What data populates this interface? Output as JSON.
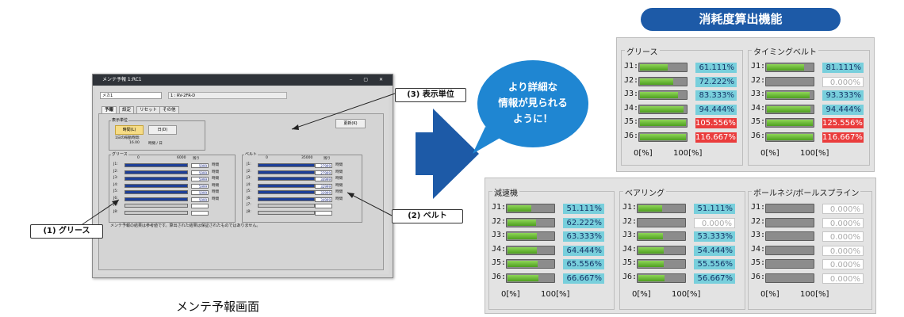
{
  "banner": "消耗度算出機能",
  "bubble": {
    "line1": "より詳細な",
    "line2": "情報が見られる",
    "line3": "ように！"
  },
  "caption": "メンテ予報画面",
  "callouts": {
    "display_unit": "(3) 表示単位",
    "grease": "(1) グリース",
    "belt": "(2) ベルト"
  },
  "screen": {
    "window_title": "メンテ予報 1:RC1",
    "window_controls": "‒ ▢ ✕",
    "robot_select": "メカ1",
    "robot_name": "1 : RV-2FR-D",
    "tabs": [
      "予報",
      "設定",
      "リセット",
      "その他"
    ],
    "unit_group": "表示単位",
    "unit_hours": "時間(L)",
    "unit_days": "日(D)",
    "daily_hours_label": "1日の稼動時間:",
    "daily_hours_value": "16.00",
    "daily_hours_unit": "時間 / 日",
    "update_button": "更新(K)",
    "grease_group": "グリース",
    "grease_scale_min": "0",
    "grease_scale_max": "6000",
    "belt_group": "ベルト",
    "belt_scale_min": "0",
    "belt_scale_max": "35000",
    "remaining_label": "残り",
    "hour_unit": "時間",
    "grease_rows": [
      {
        "j": "J1:",
        "v": "5999"
      },
      {
        "j": "J2:",
        "v": "5999"
      },
      {
        "j": "J3:",
        "v": "5999"
      },
      {
        "j": "J4:",
        "v": "5999"
      },
      {
        "j": "J5:",
        "v": "5999"
      },
      {
        "j": "J6:",
        "v": "5999"
      },
      {
        "j": "J7:",
        "v": ""
      },
      {
        "j": "J8:",
        "v": ""
      }
    ],
    "belt_rows": [
      {
        "j": "J1:",
        "v": "27999"
      },
      {
        "j": "J2:",
        "v": "27999"
      },
      {
        "j": "J3:",
        "v": "34999"
      },
      {
        "j": "J4:",
        "v": "32999"
      },
      {
        "j": "J5:",
        "v": "33999"
      },
      {
        "j": "J6:",
        "v": "34999"
      },
      {
        "j": "J7:",
        "v": ""
      },
      {
        "j": "J8:",
        "v": ""
      }
    ],
    "note": "メンテ予報の結果は参考値です。算出された結果は保証されたものではありません。"
  },
  "colors": {
    "bar_fill": "#5fb52f",
    "cyan": "#78cfdc",
    "red": "#ea3c3c",
    "navy": "#1d5aa7"
  },
  "axis": {
    "start": "0[%]",
    "end": "100[%]"
  },
  "panels": [
    {
      "title": "グリース",
      "rows": [
        {
          "j": "J1:",
          "val": "61.111%",
          "pct": 61.111,
          "style": "cy"
        },
        {
          "j": "J2:",
          "val": "72.222%",
          "pct": 72.222,
          "style": "cy"
        },
        {
          "j": "J3:",
          "val": "83.333%",
          "pct": 83.333,
          "style": "cy"
        },
        {
          "j": "J4:",
          "val": "94.444%",
          "pct": 94.444,
          "style": "cy"
        },
        {
          "j": "J5:",
          "val": "105.556%",
          "pct": 105.556,
          "style": "rd"
        },
        {
          "j": "J6:",
          "val": "116.667%",
          "pct": 116.667,
          "style": "rd"
        }
      ]
    },
    {
      "title": "タイミングベルト",
      "rows": [
        {
          "j": "J1:",
          "val": "81.111%",
          "pct": 81.111,
          "style": "cy"
        },
        {
          "j": "J2:",
          "val": "0.000%",
          "pct": 0,
          "style": "wh"
        },
        {
          "j": "J3:",
          "val": "93.333%",
          "pct": 93.333,
          "style": "cy"
        },
        {
          "j": "J4:",
          "val": "94.444%",
          "pct": 94.444,
          "style": "cy"
        },
        {
          "j": "J5:",
          "val": "125.556%",
          "pct": 125.556,
          "style": "rd"
        },
        {
          "j": "J6:",
          "val": "116.667%",
          "pct": 116.667,
          "style": "rd"
        }
      ]
    },
    {
      "title": "減速機",
      "rows": [
        {
          "j": "J1:",
          "val": "51.111%",
          "pct": 51.111,
          "style": "cy"
        },
        {
          "j": "J2:",
          "val": "62.222%",
          "pct": 62.222,
          "style": "cy"
        },
        {
          "j": "J3:",
          "val": "63.333%",
          "pct": 63.333,
          "style": "cy"
        },
        {
          "j": "J4:",
          "val": "64.444%",
          "pct": 64.444,
          "style": "cy"
        },
        {
          "j": "J5:",
          "val": "65.556%",
          "pct": 65.556,
          "style": "cy"
        },
        {
          "j": "J6:",
          "val": "66.667%",
          "pct": 66.667,
          "style": "cy"
        }
      ]
    },
    {
      "title": "ベアリング",
      "rows": [
        {
          "j": "J1:",
          "val": "51.111%",
          "pct": 51.111,
          "style": "cy"
        },
        {
          "j": "J2:",
          "val": "0.000%",
          "pct": 0,
          "style": "wh"
        },
        {
          "j": "J3:",
          "val": "53.333%",
          "pct": 53.333,
          "style": "cy"
        },
        {
          "j": "J4:",
          "val": "54.444%",
          "pct": 54.444,
          "style": "cy"
        },
        {
          "j": "J5:",
          "val": "55.556%",
          "pct": 55.556,
          "style": "cy"
        },
        {
          "j": "J6:",
          "val": "56.667%",
          "pct": 56.667,
          "style": "cy"
        }
      ]
    },
    {
      "title": "ボールネジ/ボールスプライン",
      "rows": [
        {
          "j": "J1:",
          "val": "0.000%",
          "pct": 0,
          "style": "wh"
        },
        {
          "j": "J2:",
          "val": "0.000%",
          "pct": 0,
          "style": "wh"
        },
        {
          "j": "J3:",
          "val": "0.000%",
          "pct": 0,
          "style": "wh"
        },
        {
          "j": "J4:",
          "val": "0.000%",
          "pct": 0,
          "style": "wh"
        },
        {
          "j": "J5:",
          "val": "0.000%",
          "pct": 0,
          "style": "wh"
        },
        {
          "j": "J6:",
          "val": "0.000%",
          "pct": 0,
          "style": "wh"
        }
      ]
    }
  ]
}
